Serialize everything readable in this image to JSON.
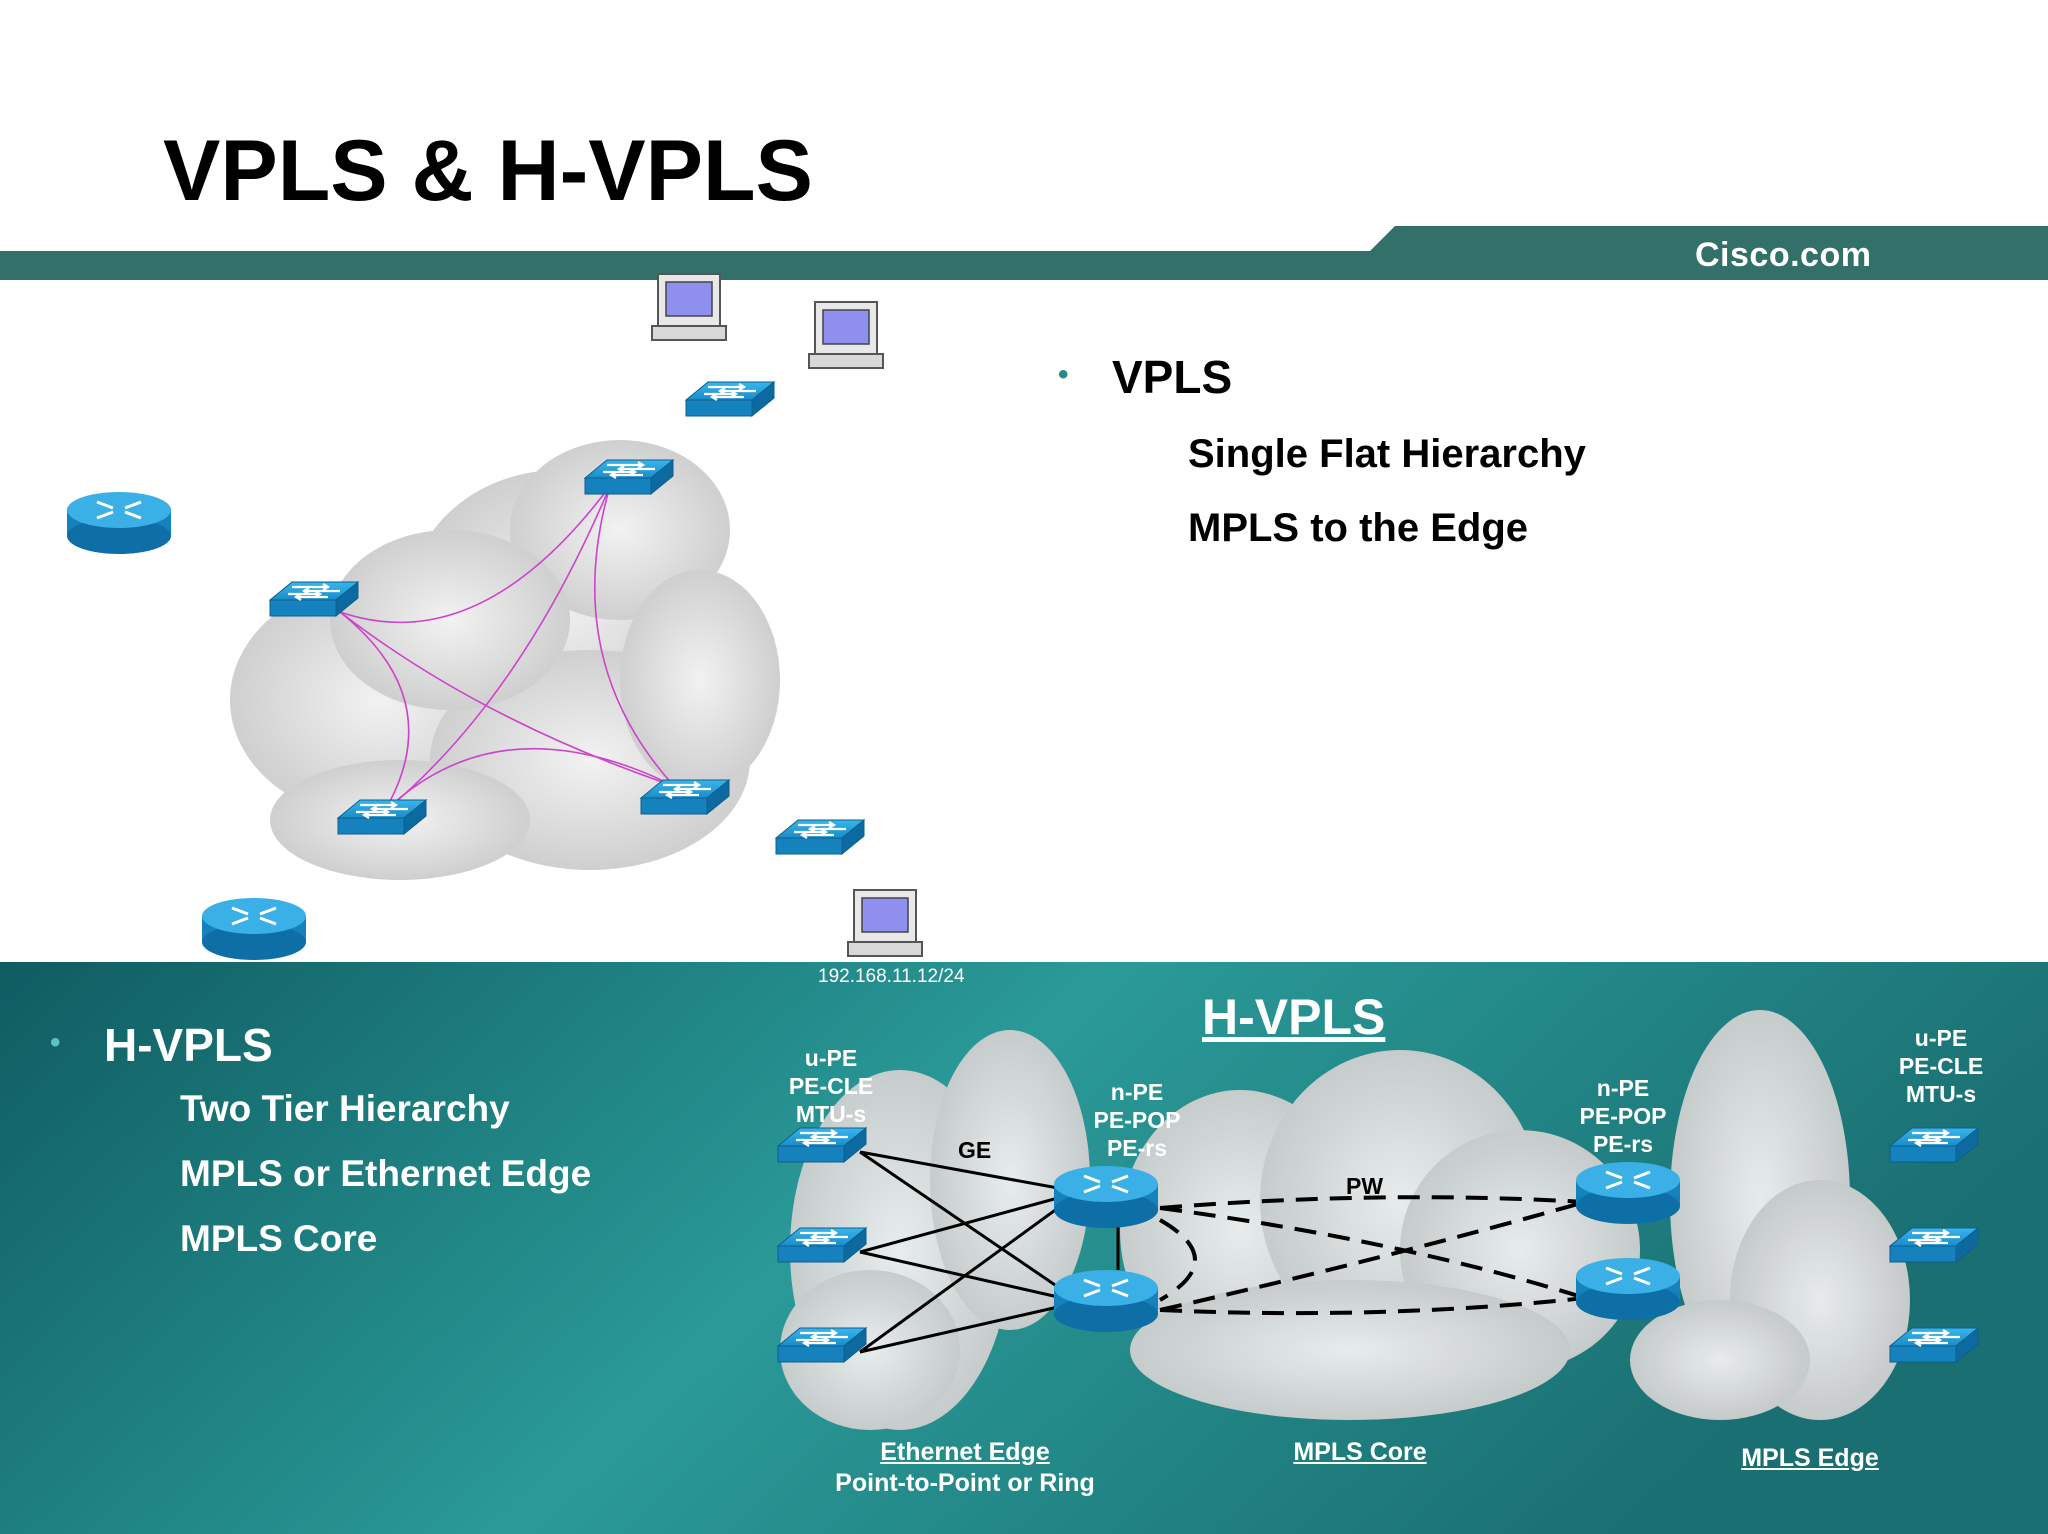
{
  "slide": {
    "title": "VPLS & H-VPLS",
    "brand": "Cisco.com"
  },
  "top_bullets": {
    "heading": "VPLS",
    "items": [
      "Single Flat Hierarchy",
      "MPLS to the Edge"
    ]
  },
  "bottom_bullets": {
    "heading": "H-VPLS",
    "items": [
      "Two Tier Hierarchy",
      "MPLS or Ethernet Edge",
      "MPLS Core"
    ]
  },
  "diagram": {
    "ip_label": "192.168.11.12/24",
    "title": "H-VPLS",
    "left_edge_label": [
      "u-PE",
      "PE-CLE",
      "MTU-s"
    ],
    "left_npe_label": [
      "n-PE",
      "PE-POP",
      "PE-rs"
    ],
    "right_npe_label": [
      "n-PE",
      "PE-POP",
      "PE-rs"
    ],
    "right_edge_label": [
      "u-PE",
      "PE-CLE",
      "MTU-s"
    ],
    "ge_label": "GE",
    "pw_label": "PW",
    "footer_ethernet_edge": "Ethernet Edge",
    "footer_ethernet_sub": "Point-to-Point or Ring",
    "footer_mpls_core": "MPLS Core",
    "footer_mpls_edge": "MPLS Edge"
  },
  "colors": {
    "band_teal": "#33706a",
    "bottom_teal": "#1f7c7c",
    "switch_blue": "#1e9ad6",
    "mesh_magenta": "#cc44cc"
  }
}
